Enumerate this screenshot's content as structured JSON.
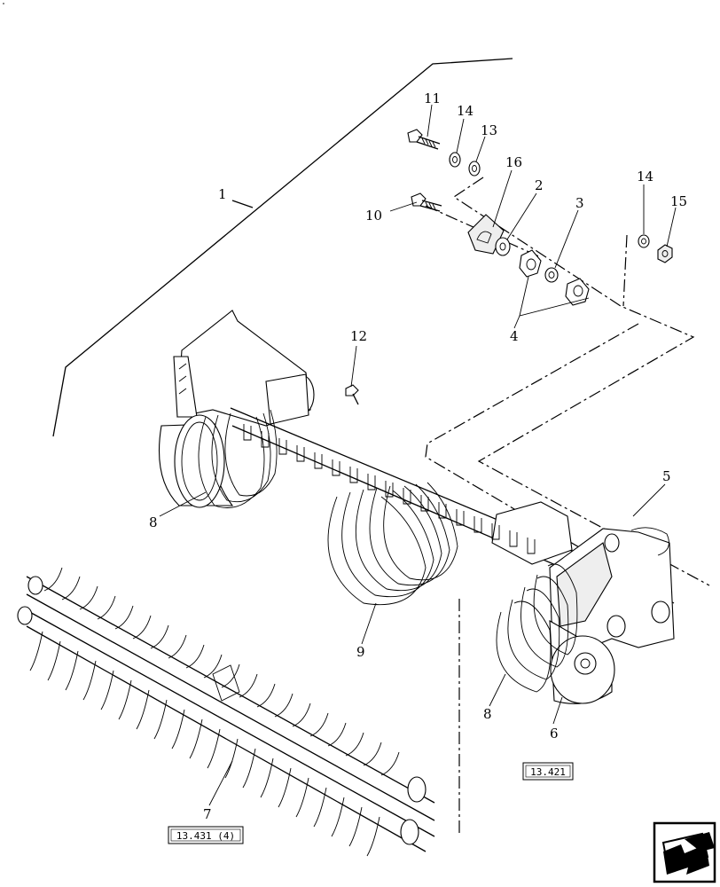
{
  "callouts": {
    "c1": "1",
    "c2": "2",
    "c3": "3",
    "c4": "4",
    "c5": "5",
    "c6": "6",
    "c7": "7",
    "c8a": "8",
    "c8b": "8",
    "c9": "9",
    "c10": "10",
    "c11": "11",
    "c12": "12",
    "c13": "13",
    "c14a": "14",
    "c14b": "14",
    "c15": "15",
    "c16": "16"
  },
  "references": {
    "ref_13_421": "13.421",
    "ref_13_431": "13.431 (4)"
  },
  "nav": {
    "icon": "next-page-arrow-icon"
  }
}
